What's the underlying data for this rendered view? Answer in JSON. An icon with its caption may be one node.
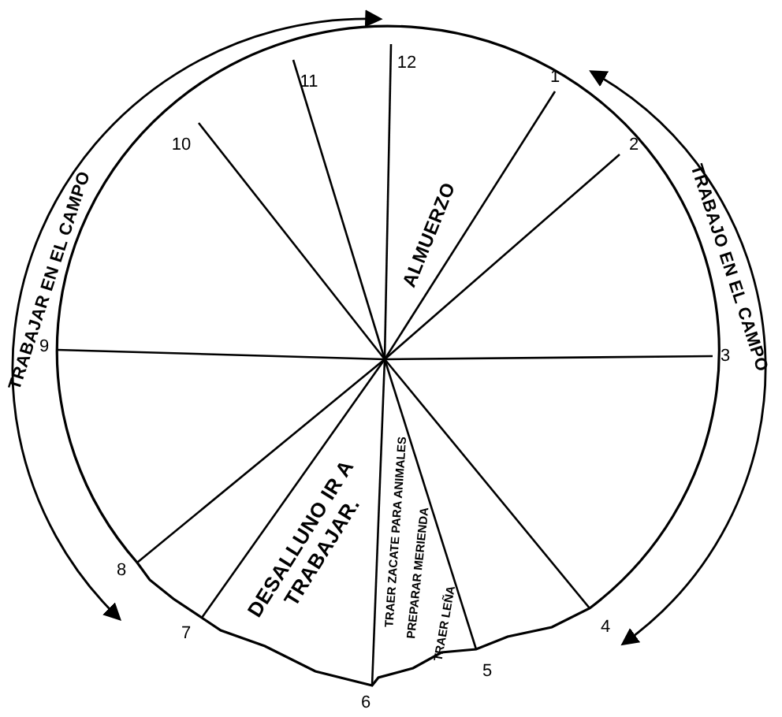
{
  "diagram": {
    "labels": [
      "12",
      "1",
      "2",
      "3",
      "4",
      "5",
      "6",
      "7",
      "8",
      "9",
      "10",
      "11",
      "TRABAJAR EN EL CAMPO",
      "TRABAJO EN EL CAMPO",
      "ALMUERZO",
      "DESALLUNO IR A TRABAJAR.",
      "TRAER ZACATE PARA ANIMALES",
      "PREPARAR MERIENDA",
      "TRAER LEÑA"
    ]
  }
}
